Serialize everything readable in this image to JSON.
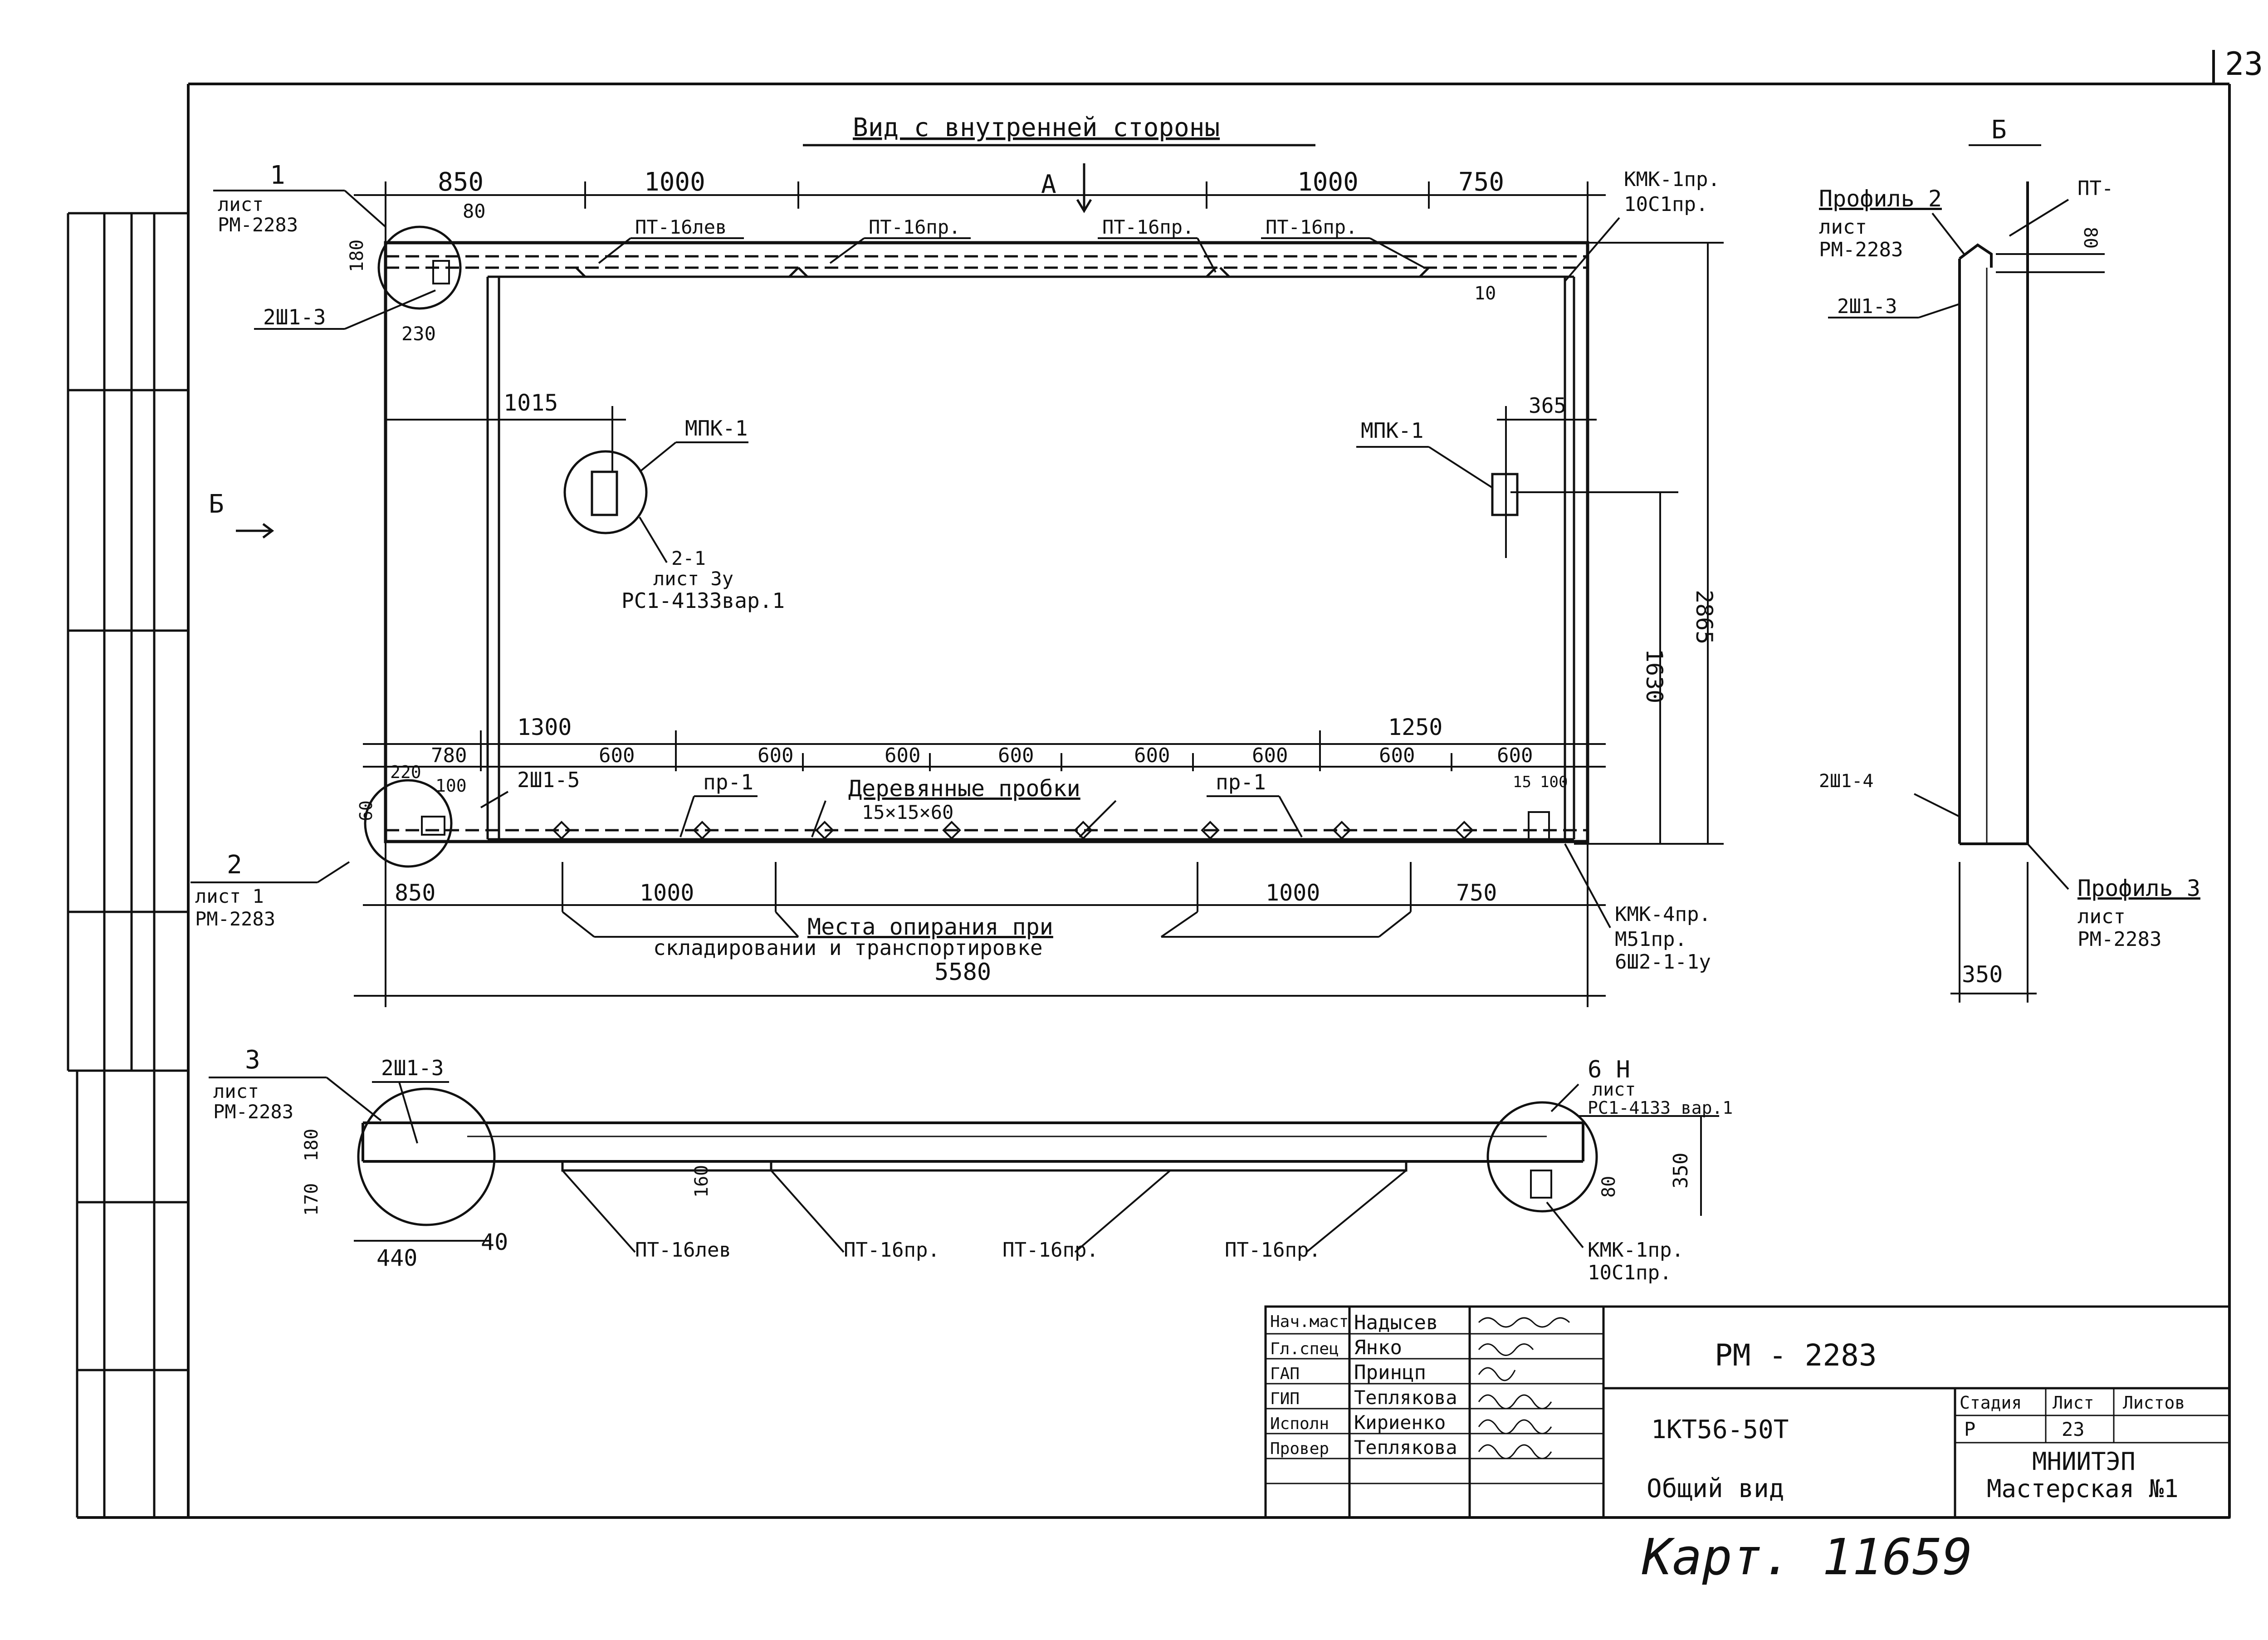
{
  "title": {
    "view_label": "Вид с внутренней стороны",
    "section_a": "А",
    "section_b_left": "Б",
    "section_b_right": "Б"
  },
  "main_view": {
    "top_dims": [
      "850",
      "1000",
      "1000",
      "750"
    ],
    "top_small_dims": [
      "80",
      "180",
      "230",
      "10"
    ],
    "top_parts": [
      "ПТ-16лев",
      "ПТ-16пр.",
      "ПТ-16пр.",
      "ПТ-16пр."
    ],
    "corner_callout_1": {
      "num": "1",
      "sheet": "лист",
      "doc": "РМ-2283"
    },
    "corner_label_tl": "2Ш1-3",
    "kmk_top": {
      "a": "КМК-1пр.",
      "b": "10С1пр."
    },
    "mpk_left": {
      "label": "МПК-1",
      "dim": "1015",
      "ref1": "2-1",
      "ref2": "лист 3у",
      "ref3": "РС1-4133вар.1"
    },
    "mpk_right": {
      "label": "МПК-1",
      "dim": "365"
    },
    "right_dims": [
      "2865",
      "1630"
    ],
    "bottom_inner_dims": [
      "780",
      "1300",
      "600",
      "600",
      "600",
      "600",
      "600",
      "600",
      "1250",
      "600",
      "600"
    ],
    "bottom_small": [
      "220",
      "100",
      "60",
      "15",
      "100"
    ],
    "bottom_labels": {
      "shsh": "2Ш1-5",
      "pr1a": "пр-1",
      "pr1b": "пр-1",
      "wood": "Деревянные пробки",
      "wood_size": "15×15×60"
    },
    "corner_callout_2": {
      "num": "2",
      "sheet": "лист 1",
      "doc": "РМ-2283"
    },
    "bottom_dims": [
      "850",
      "1000",
      "1000",
      "750"
    ],
    "support_note_1": "Места опирания при",
    "support_note_2": "складировании и транспортировке",
    "overall": "5580",
    "kmk_bottom": {
      "a": "КМК-4пр.",
      "b": "М51пр.",
      "c": "6Ш2-1-1у"
    }
  },
  "profile_view": {
    "profile2": "Профиль 2",
    "sheet": "лист",
    "doc": "РМ-2283",
    "pt": "ПТ-",
    "dim80": "80",
    "sh13": "2Ш1-3",
    "sh14": "2Ш1-4",
    "profile3": "Профиль 3",
    "sheet3": "лист",
    "doc3": "РМ-2283",
    "width": "350"
  },
  "plan_view": {
    "callout3": {
      "num": "3",
      "sheet": "лист",
      "doc": "РМ-2283"
    },
    "sh13": "2Ш1-3",
    "dims_left": [
      "170",
      "180"
    ],
    "dim440": "440",
    "dim40": "40",
    "dim160": "160",
    "parts": [
      "ПТ-16лев",
      "ПТ-16пр.",
      "ПТ-16пр.",
      "ПТ-16пр."
    ],
    "callout6": {
      "num": "6 Н",
      "sheet": "лист",
      "doc": "РС1-4133 вар.1"
    },
    "dim80": "80",
    "dim350": "350",
    "kmk": {
      "a": "КМК-1пр.",
      "b": "10С1пр."
    }
  },
  "title_block": {
    "rows": [
      {
        "role": "Нач.маст",
        "name": "Надысев"
      },
      {
        "role": "Гл.спец",
        "name": "Янко"
      },
      {
        "role": "ГАП",
        "name": "Принцп"
      },
      {
        "role": "ГИП",
        "name": "Теплякова"
      },
      {
        "role": "Исполн",
        "name": "Кириенко"
      },
      {
        "role": "Провер",
        "name": "Теплякова"
      }
    ],
    "code": "РМ - 2283",
    "panel": "1КТ56-50Т",
    "subject": "Общий вид",
    "stage_h": "Стадия",
    "sheet_h": "Лист",
    "sheets_h": "Листов",
    "stage": "Р",
    "sheet_no": "23",
    "org1": "МНИИТЭП",
    "org2": "Мастерская №1"
  },
  "page_number": "23",
  "archive_note": "Карт. 11659"
}
